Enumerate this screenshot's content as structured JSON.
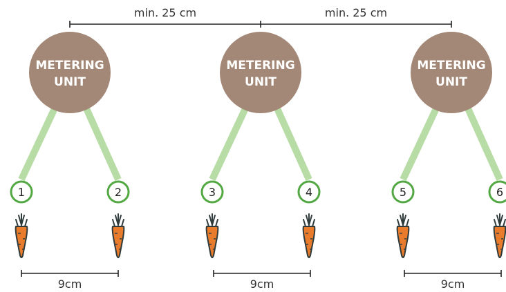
{
  "colors": {
    "unit_fill": "#a38877",
    "connector": "#b7dca5",
    "node_ring": "#53a844",
    "carrot_body": "#e87b2c",
    "carrot_top": "#2f3b3b",
    "dimension_line": "#222222"
  },
  "spacing_dimensions": [
    {
      "label": "min. 25 cm"
    },
    {
      "label": "min. 25 cm"
    }
  ],
  "units": [
    {
      "label_lines": [
        "METERING",
        "UNIT"
      ]
    },
    {
      "label_lines": [
        "METERING",
        "UNIT"
      ]
    },
    {
      "label_lines": [
        "METERING",
        "UNIT"
      ]
    }
  ],
  "nodes": [
    {
      "number": "1"
    },
    {
      "number": "2"
    },
    {
      "number": "3"
    },
    {
      "number": "4"
    },
    {
      "number": "5"
    },
    {
      "number": "6"
    }
  ],
  "plant_icon": "carrot-icon",
  "pair_dimensions": [
    {
      "label": "9cm"
    },
    {
      "label": "9cm"
    },
    {
      "label": "9cm"
    }
  ]
}
